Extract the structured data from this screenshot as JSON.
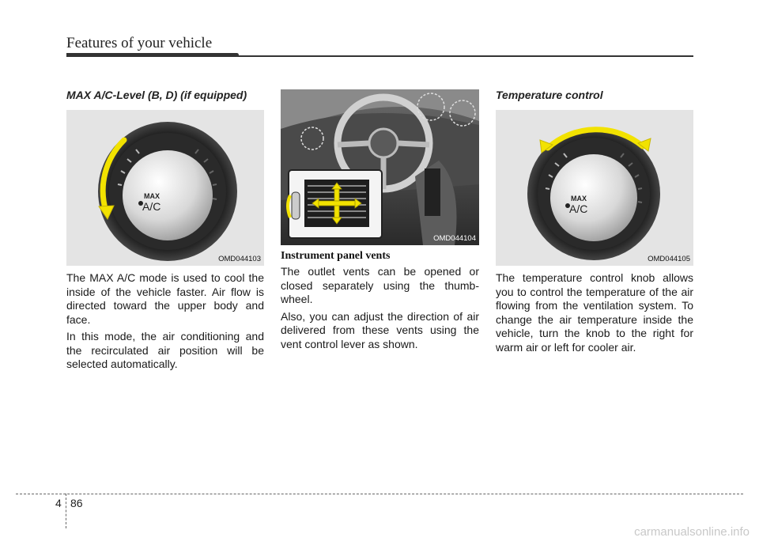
{
  "header": {
    "title": "Features of your vehicle"
  },
  "col1": {
    "heading": "MAX A/C-Level (B, D) (if equipped)",
    "figure_code": "OMD044103",
    "knob_label_top": "MAX",
    "knob_label_main": "A/C",
    "paragraphs": [
      "The MAX A/C mode is used to cool the inside of the vehicle faster. Air flow is directed toward the upper body and face.",
      "In this mode, the air conditioning and the recirculated air position will be selected automatically."
    ]
  },
  "col2": {
    "figure_code": "OMD044104",
    "subheading": "Instrument panel vents",
    "paragraphs": [
      "The outlet vents can be opened or closed separately using the thumb-wheel.",
      "Also, you can adjust the direction of air delivered from these vents using the vent control lever as shown."
    ]
  },
  "col3": {
    "heading": "Temperature control",
    "figure_code": "OMD044105",
    "knob_label_top": "MAX",
    "knob_label_main": "A/C",
    "paragraphs": [
      "The temperature control knob allows you to control the temperature of the air flowing from the ventilation system. To change the air temperature inside the vehicle, turn the knob to the right for warm air or left for cooler air."
    ]
  },
  "footer": {
    "chapter": "4",
    "page": "86"
  },
  "watermark": "carmanualsonline.info",
  "colors": {
    "arrow": "#f2e200",
    "rule": "#333333"
  }
}
